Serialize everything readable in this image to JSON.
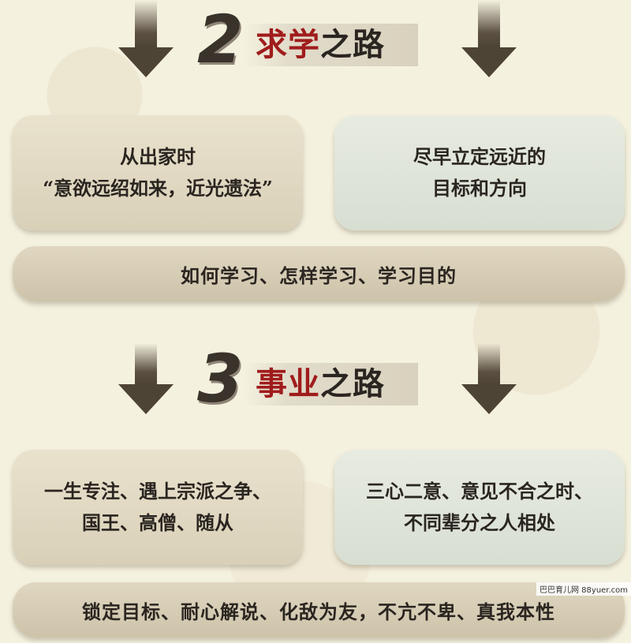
{
  "section2": {
    "number": "2",
    "title_accent": "求学",
    "title_rest": "之路",
    "left_card": {
      "line1": "从出家时",
      "line2": "“意欲远绍如来，近光遗法”"
    },
    "right_card": {
      "line1": "尽早立定远近的",
      "line2": "目标和方向"
    },
    "bar": "如何学习、怎样学习、学习目的"
  },
  "section3": {
    "number": "3",
    "title_accent": "事业",
    "title_rest": "之路",
    "left_card": {
      "line1": "一生专注、遇上宗派之争、",
      "line2": "国王、高僧、随从"
    },
    "right_card": {
      "line1": "三心二意、意见不合之时、",
      "line2": "不同辈分之人相处"
    },
    "bar": "锁定目标、耐心解说、化敌为友，不亢不卑、真我本性"
  },
  "watermark": "巴巴育儿网 88yuer.com",
  "colors": {
    "accent": "#a01c1c",
    "arrow": "#4e4436",
    "background": "#f5f1df"
  }
}
